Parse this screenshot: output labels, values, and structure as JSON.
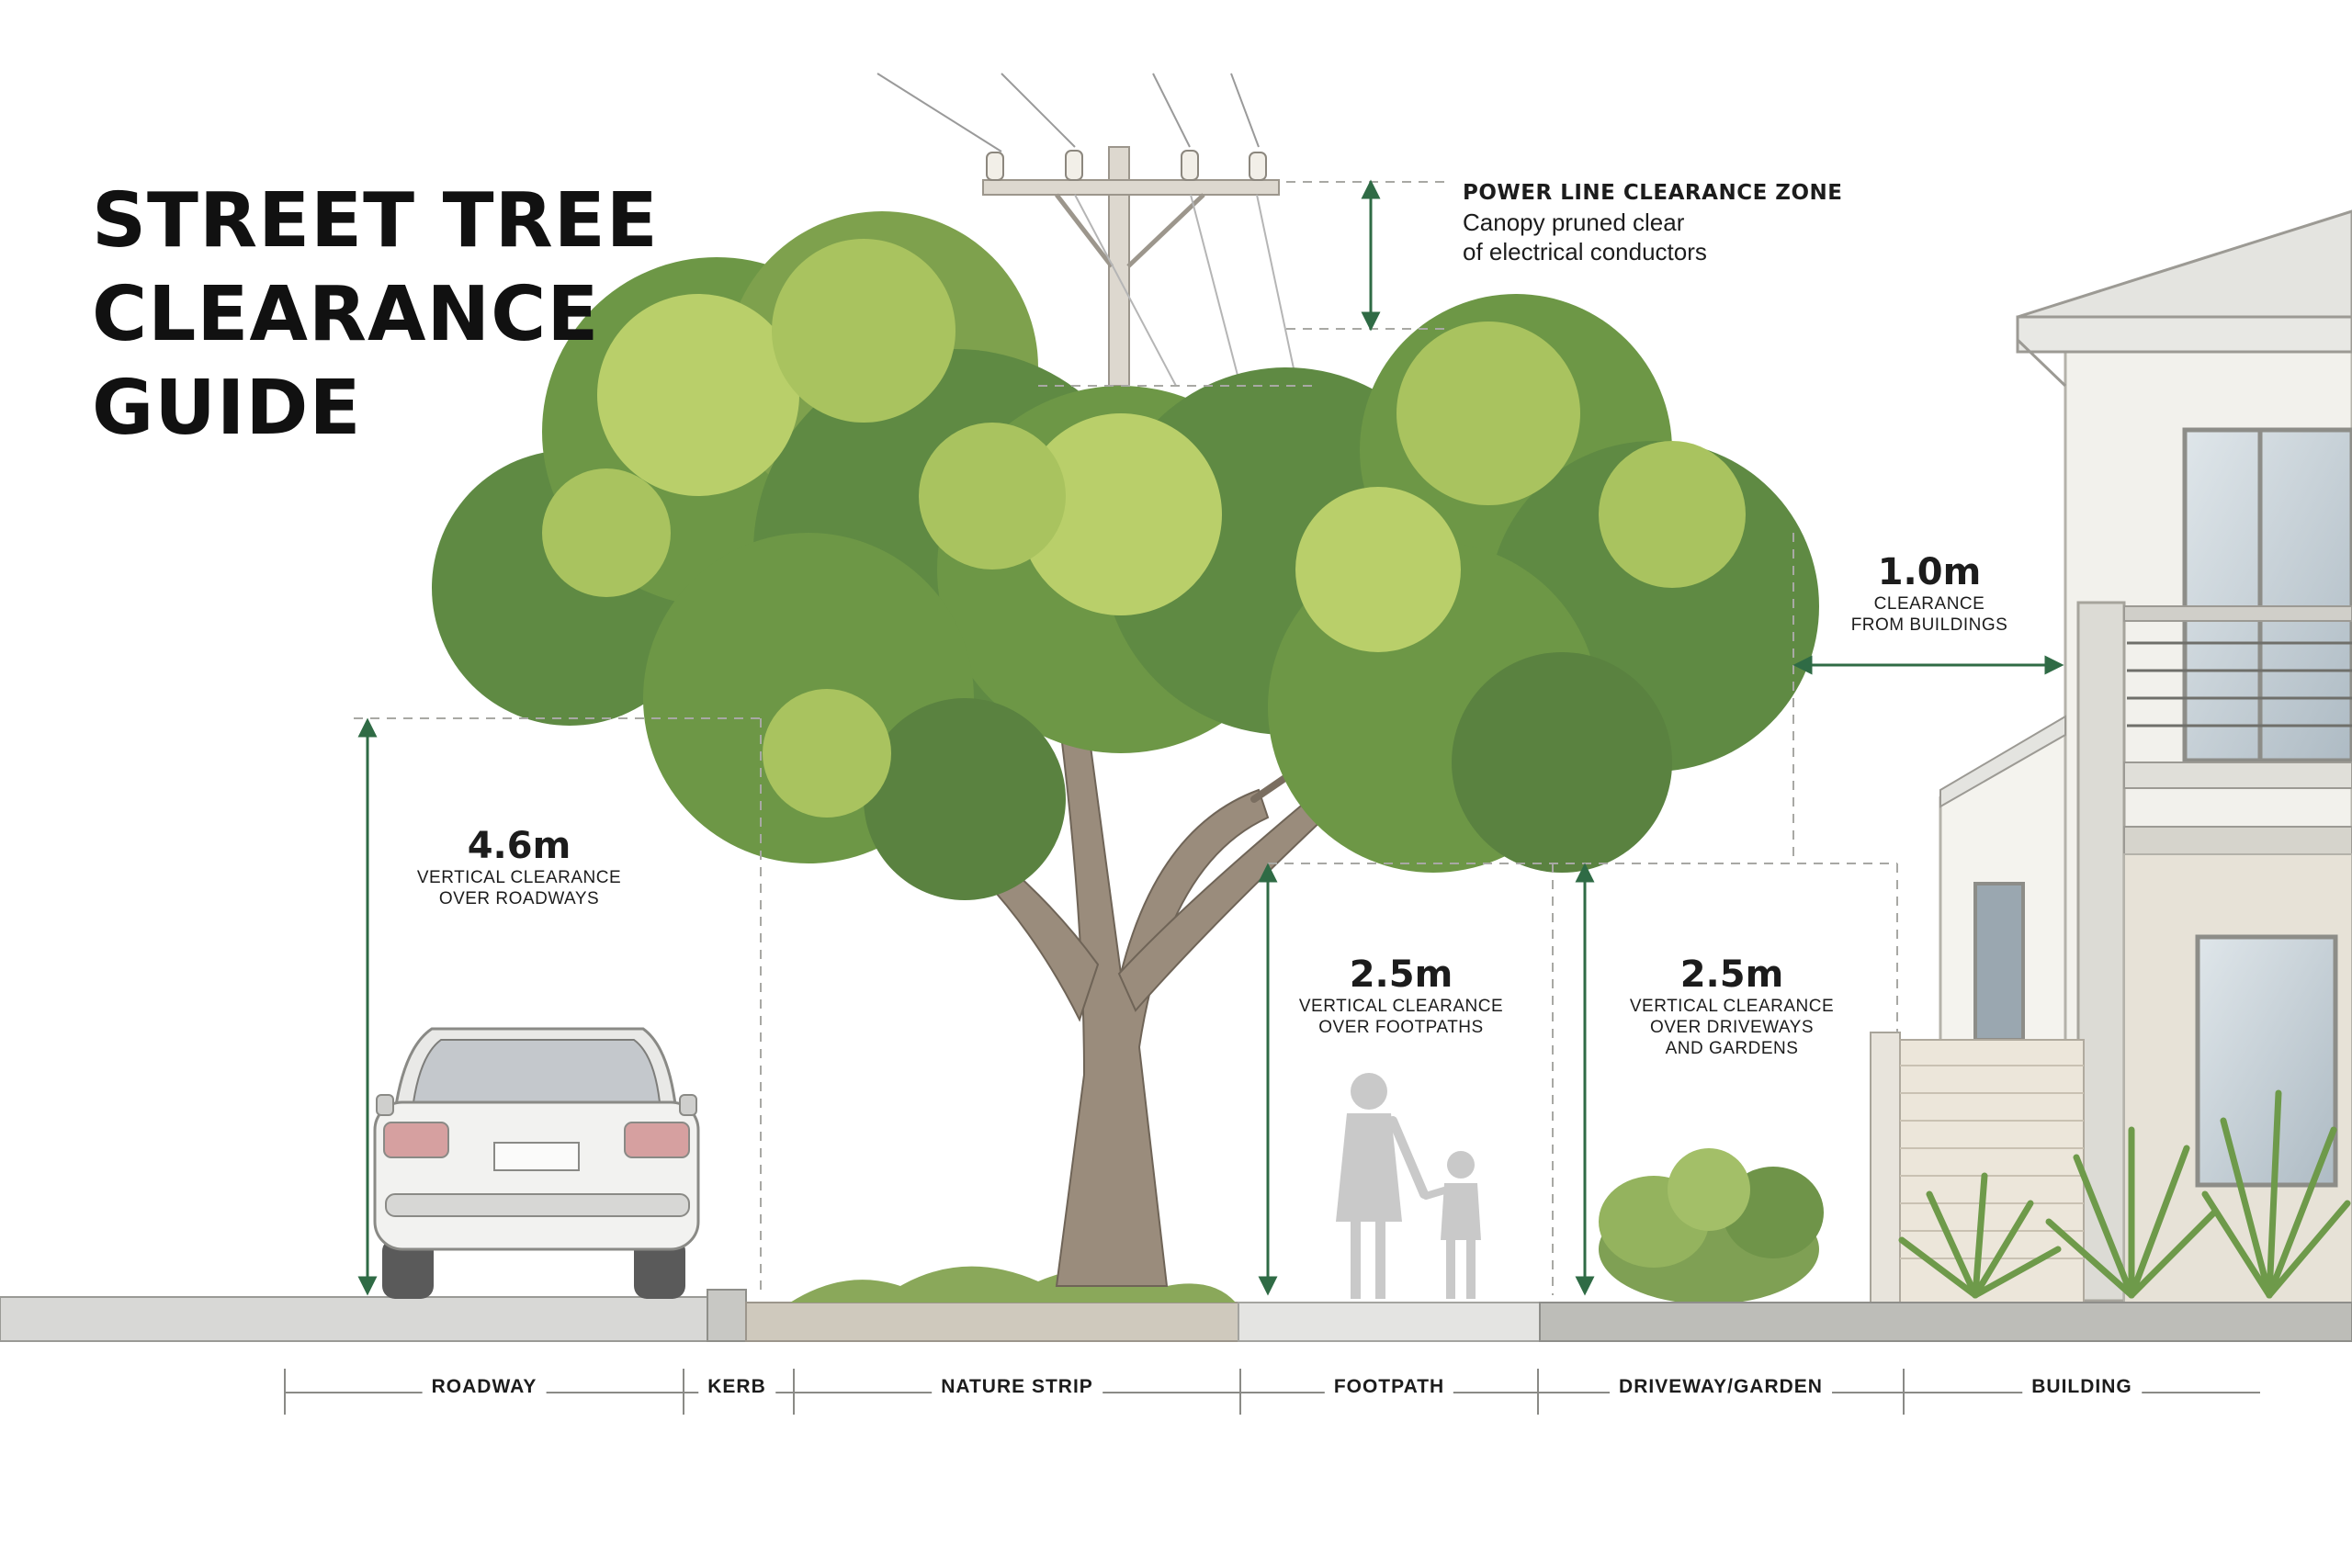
{
  "title_lines": [
    "STREET TREE",
    "CLEARANCE",
    "GUIDE"
  ],
  "power_line": {
    "heading": "POWER LINE CLEARANCE ZONE",
    "lines": [
      "Canopy pruned clear",
      "of electrical conductors"
    ]
  },
  "clearances": [
    {
      "value": "4.6m",
      "caption_lines": [
        "VERTICAL CLEARANCE",
        "OVER ROADWAYS"
      ]
    },
    {
      "value": "2.5m",
      "caption_lines": [
        "VERTICAL CLEARANCE",
        "OVER FOOTPATHS"
      ]
    },
    {
      "value": "2.5m",
      "caption_lines": [
        "VERTICAL CLEARANCE",
        "OVER DRIVEWAYS",
        "AND GARDENS"
      ]
    },
    {
      "value": "1.0m",
      "caption_lines": [
        "CLEARANCE",
        "FROM BUILDINGS"
      ]
    }
  ],
  "zones": [
    "ROADWAY",
    "KERB",
    "NATURE STRIP",
    "FOOTPATH",
    "DRIVEWAY/GARDEN",
    "BUILDING"
  ],
  "colors": {
    "dimension_green": "#2f6b45",
    "foliage_dark": "#5f8a43",
    "foliage_mid": "#86aa4e",
    "foliage_light": "#b9cf6a",
    "trunk": "#9a8c7c",
    "ground": "#c9c4b8",
    "text": "#1c1c1c"
  }
}
